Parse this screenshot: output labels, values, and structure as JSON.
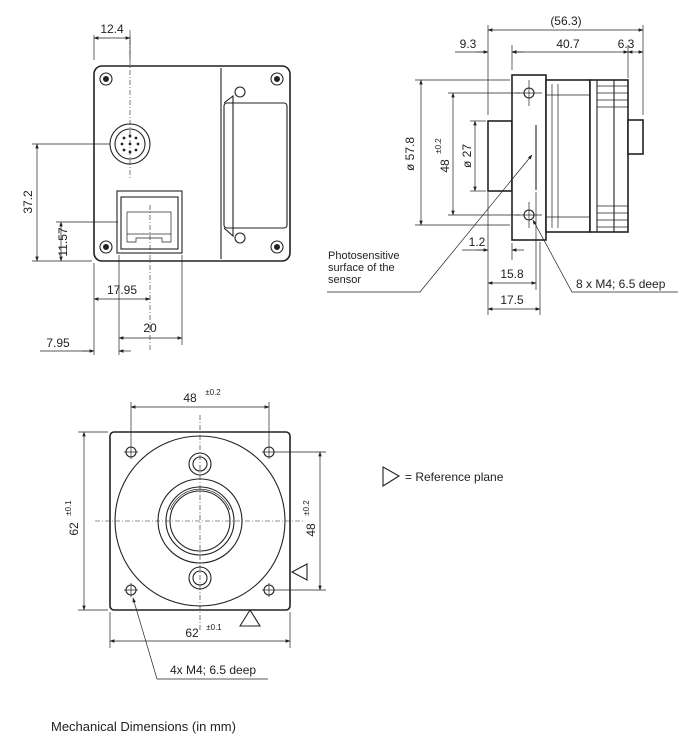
{
  "caption": "Mechanical Dimensions (in mm)",
  "legend": {
    "symbol": "triangle-reference-icon",
    "text": "= Reference plane"
  },
  "back_view": {
    "dims": {
      "top": "12.4",
      "height": "37.2",
      "low": "11.57",
      "offset_a": "17.95",
      "offset_b": "20",
      "offset_c": "7.95"
    }
  },
  "side_view": {
    "dims": {
      "total": "(56.3)",
      "a": "9.3",
      "b": "40.7",
      "c": "6.3",
      "dia_outer": "ø 57.8",
      "dia_inner": "ø 27",
      "pitch": "48",
      "pitch_tol": "±0.2",
      "gap": "1.2",
      "depth1": "15.8",
      "depth2": "17.5"
    },
    "labels": {
      "sensor": [
        "Photosensitive",
        "surface of the",
        "sensor"
      ],
      "thread": "8 x M4; 6.5 deep"
    }
  },
  "front_view": {
    "dims": {
      "pitch_h": "48",
      "pitch_h_tol": "±0.2",
      "pitch_v": "48",
      "pitch_v_tol": "±0.2",
      "width": "62",
      "width_tol": "±0.1",
      "height": "62",
      "height_tol": "±0.1"
    },
    "labels": {
      "thread": "4x M4; 6.5 deep"
    }
  }
}
